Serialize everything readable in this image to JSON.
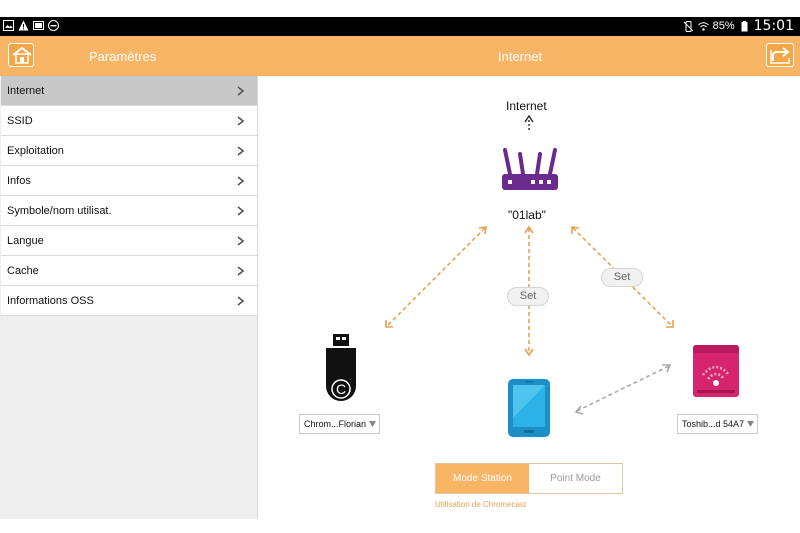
{
  "status_bar": {
    "battery": "85%",
    "time": "15:01",
    "left_icons": [
      "gallery-icon",
      "warning-icon",
      "image-icon",
      "minus-circle-icon"
    ],
    "right_icons": [
      "mute-icon",
      "wifi-icon",
      "battery-icon"
    ]
  },
  "action_bar": {
    "left_title": "Paramètres",
    "center_title": "Internet",
    "home_icon": "home-icon",
    "share_icon": "share-icon",
    "color": "#f7b565"
  },
  "sidebar": {
    "items": [
      {
        "label": "Internet",
        "active": true
      },
      {
        "label": "SSID",
        "active": false
      },
      {
        "label": "Exploitation",
        "active": false
      },
      {
        "label": "Infos",
        "active": false
      },
      {
        "label": "Symbole/nom utilisat.",
        "active": false
      },
      {
        "label": "Langue",
        "active": false
      },
      {
        "label": "Cache",
        "active": false
      },
      {
        "label": "Informations OSS",
        "active": false
      }
    ]
  },
  "diagram": {
    "internet_label": "Internet",
    "router_ssid": "\"01lab\"",
    "set_label_center": "Set",
    "set_label_right": "Set",
    "left_device_select": "Chrom...Florian",
    "right_device_select": "Toshib...d 54A7",
    "router_color": "#6a2a8e",
    "printer_color": "#d6246e",
    "phone_color": "#1da7e0",
    "link_color": "#e8a24f"
  },
  "mode": {
    "station_label": "Mode Station",
    "point_label": "Point Mode",
    "chromecast_text": "Utilisation de Chromecast"
  }
}
